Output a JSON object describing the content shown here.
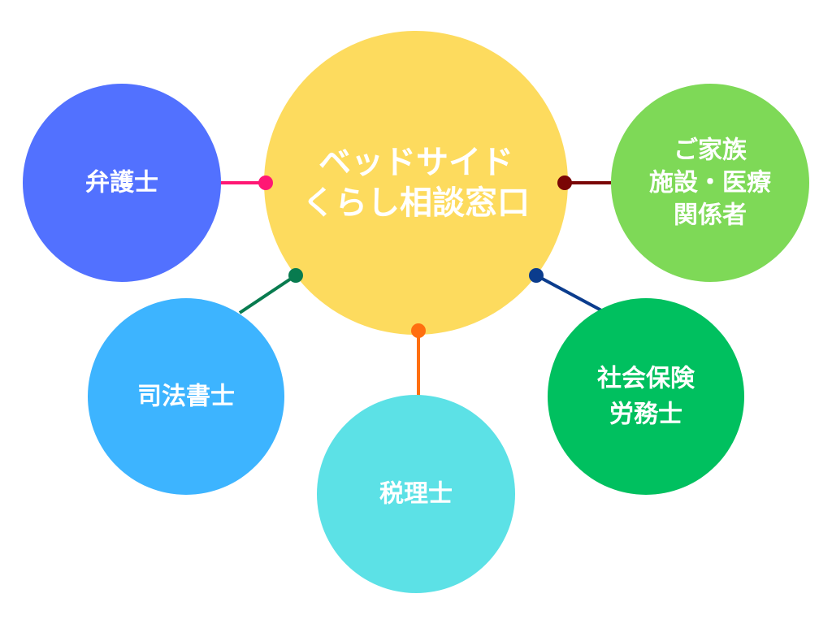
{
  "center": {
    "lines": [
      "ベッドサイド",
      "くらし相談窓口"
    ],
    "color": "#FDDB5E"
  },
  "nodes": [
    {
      "id": "lawyer",
      "lines": [
        "弁護士"
      ],
      "color": "#5271FF",
      "connector_color": "#FF1774"
    },
    {
      "id": "judicial-scrivener",
      "lines": [
        "司法書士"
      ],
      "color": "#3DB4FF",
      "connector_color": "#087B4F"
    },
    {
      "id": "tax-accountant",
      "lines": [
        "税理士"
      ],
      "color": "#5CE1E6",
      "connector_color": "#FF6F0F"
    },
    {
      "id": "social-insurance-labor-consultant",
      "lines": [
        "社会保険",
        "労務士"
      ],
      "color": "#00C05F",
      "connector_color": "#0B3C8D"
    },
    {
      "id": "family-facility-medical",
      "lines": [
        "ご家族",
        "施設・医療",
        "関係者"
      ],
      "color": "#7ED957",
      "connector_color": "#7A0505"
    }
  ]
}
